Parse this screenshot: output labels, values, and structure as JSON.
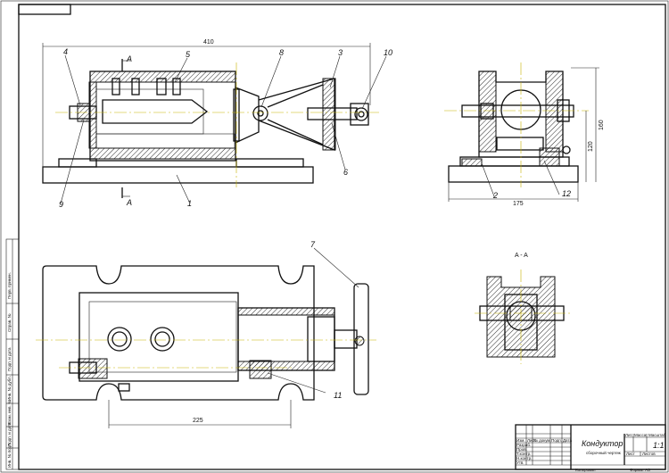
{
  "dimensions": {
    "overall_length": "410",
    "height_1": "160",
    "height_2": "120",
    "width": "175",
    "base_length": "225"
  },
  "section": {
    "mark_top": "A",
    "mark_bottom": "A",
    "view_label": "A - A"
  },
  "callouts": [
    "1",
    "2",
    "3",
    "4",
    "5",
    "6",
    "7",
    "8",
    "9",
    "10",
    "11",
    "12"
  ],
  "title_block": {
    "name": "Кондуктор",
    "doc_type": "сборочный чертеж",
    "scale": "1:1",
    "col_lit": "Лит.",
    "col_mass": "Масса",
    "col_scale": "Масштаб",
    "col_sheet": "Лист",
    "col_sheets": "Листов",
    "row_izm": "Изм.",
    "row_list": "Лист",
    "row_doc": "№ докум.",
    "row_sign": "Подп.",
    "row_date": "Дата",
    "row_razrab": "Разраб.",
    "row_prov": "Пров.",
    "row_tkontr": "Т.контр.",
    "row_nkontr": "Н.контр.",
    "row_utv": "Утв.",
    "copied": "Копировал",
    "format": "Формат A3"
  },
  "side_stamp": [
    "Перв. примен.",
    "Справ. №",
    "Подп. и дата",
    "Инв. № дубл.",
    "Взам. инв. №",
    "Подп. и дата",
    "Инв. № подл."
  ],
  "colors": {
    "line": "#111111",
    "axis": "#c8b400",
    "paper": "#ffffff"
  }
}
